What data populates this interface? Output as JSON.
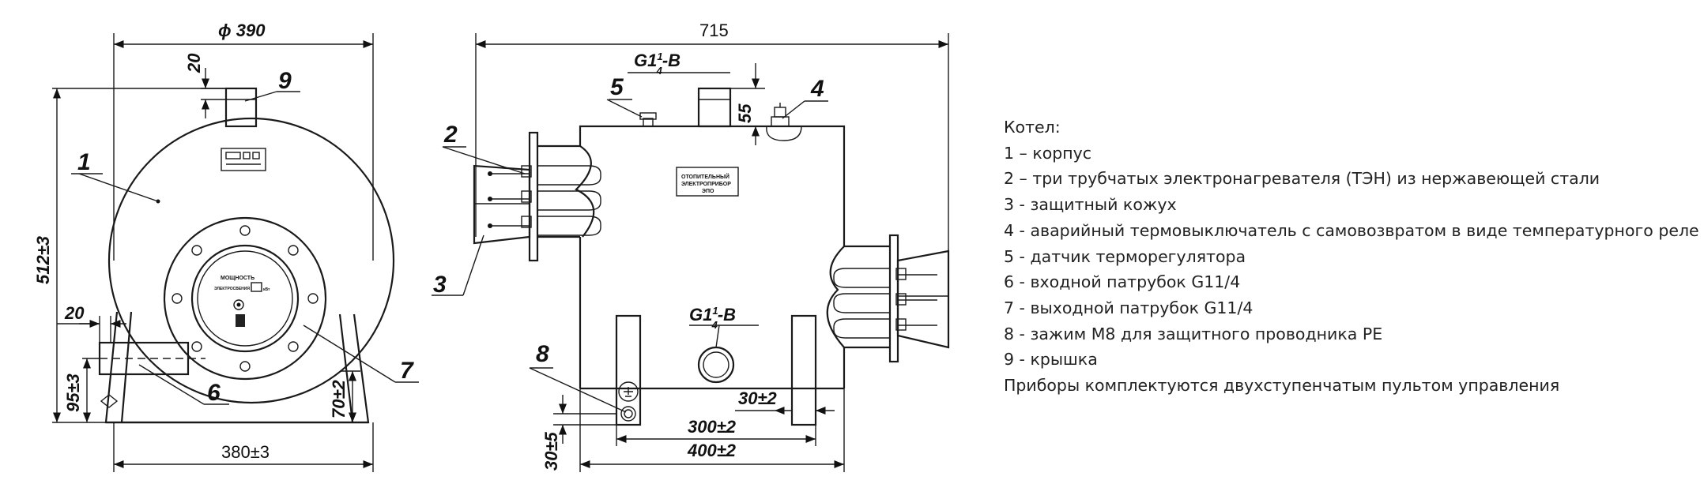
{
  "left_view": {
    "dim_diameter": "ϕ 390",
    "dim_top_pipe": "20",
    "dim_height": "512±3",
    "dim_side_pipe": "20",
    "dim_pipe_height": "95±3",
    "dim_leg": "70±2",
    "dim_width": "380±3",
    "cover_label": "МОЩНОСТЬ",
    "cover_sublabel": "ЭЛЕКТРОСВЕНИЯ",
    "cover_unit": "кВт",
    "callouts": [
      "1",
      "6",
      "7",
      "9"
    ]
  },
  "right_view": {
    "dim_length": "715",
    "dim_thread_top": "G1",
    "dim_thread_frac_num": "1",
    "dim_thread_frac_den": "4",
    "dim_thread_suffix": "-B",
    "dim_thread2": "G1",
    "dim_thread2_suffix": "-B",
    "dim_55": "55",
    "dim_30": "30±2",
    "dim_300": "300±2",
    "dim_400": "400±2",
    "dim_30_5": "30±5",
    "plate_line1": "ОТОПИТЕЛЬНЫЙ",
    "plate_line2": "ЭЛЕКТРОПРИБОР",
    "plate_line3": "ЭПО",
    "callouts": [
      "2",
      "3",
      "4",
      "5",
      "8"
    ]
  },
  "legend": {
    "title": "Котел:",
    "items": [
      "1 – корпус",
      "2 – три трубчатых электронагревателя (ТЭН) из нержавеющей стали",
      "3 - защитный кожух",
      "4 - аварийный термовыключатель с самовозвратом в виде температурного реле",
      "5 - датчик терморегулятора",
      "6 - входной патрубок G11/4",
      "7 - выходной патрубок G11/4",
      "8 - зажим М8 для защитного проводника РЕ",
      "9 - крышка"
    ],
    "footer": "Приборы комплектуются двухступенчатым пультом управления"
  }
}
